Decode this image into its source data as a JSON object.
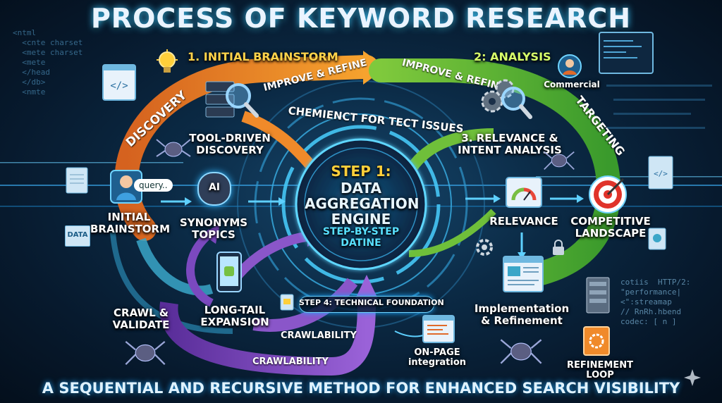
{
  "title": "PROCESS OF KEYWORD RESEARCH",
  "subtitle": "A SEQUENTIAL AND RECURSIVE METHOD FOR ENHANCED SEARCH VISIBILITY",
  "arc_labels": {
    "discovery": "DISCOVERY",
    "improve_left": "IMPROVE & REFINE",
    "improve_right": "IMPROVE & REFINE",
    "targeting": "TARGETING",
    "chemient": "CHEMIENCT FOR TECT ISSUES",
    "crawlability_inner": "CRAWLABILITY",
    "crawlability_outer": "CRAWLABILITY"
  },
  "phase_labels": {
    "brainstorm": "1. INITIAL BRAINSTORM",
    "analysis": "2: ANALYSIS",
    "technical": "STEP 4: TECHNICAL FOUNDATION"
  },
  "center": {
    "step": "STEP 1:",
    "line1": "DATA",
    "line2": "AGGREGATION",
    "line3": "ENGINE",
    "sub1": "STEP-BY-STEP",
    "sub2": "DATINE"
  },
  "nodes": {
    "tool_driven": [
      "TOOL-DRIVEN",
      "DISCOVERY"
    ],
    "initial": [
      "INITIAL",
      "BRAINSTORM"
    ],
    "synonyms": [
      "SYNONYMS",
      "TOPICS"
    ],
    "long_tail": [
      "LONG-TAIL",
      "EXPANSION"
    ],
    "crawl": [
      "CRAWL &",
      "VALIDATE"
    ],
    "relevance_intent": [
      "3. RELEVANCE &",
      "INTENT ANALYSIS"
    ],
    "relevance": "RELEVANCE",
    "competitive": [
      "COMPETITIVE",
      "LANDSCAPE"
    ],
    "implementation": [
      "Implementation",
      "& Refinement"
    ],
    "on_page": [
      "ON-PAGE",
      "integration"
    ],
    "refinement_loop": [
      "REFINEMENT",
      "LOOP"
    ],
    "commercial": "Commercial"
  },
  "icon_text": {
    "query": "query..",
    "ai": "AI",
    "data": "DATA"
  },
  "code_right": [
    "cotiis  HTTP/2:",
    "\"performance|",
    "<\":streamap",
    "// RnRh.hbend",
    "codec: [ n ]"
  ],
  "colors": {
    "orange": "#f08a2a",
    "green": "#7cc43a",
    "purple": "#8a56c9",
    "teal": "#3aa6c8",
    "accent": "#ffd34a"
  }
}
